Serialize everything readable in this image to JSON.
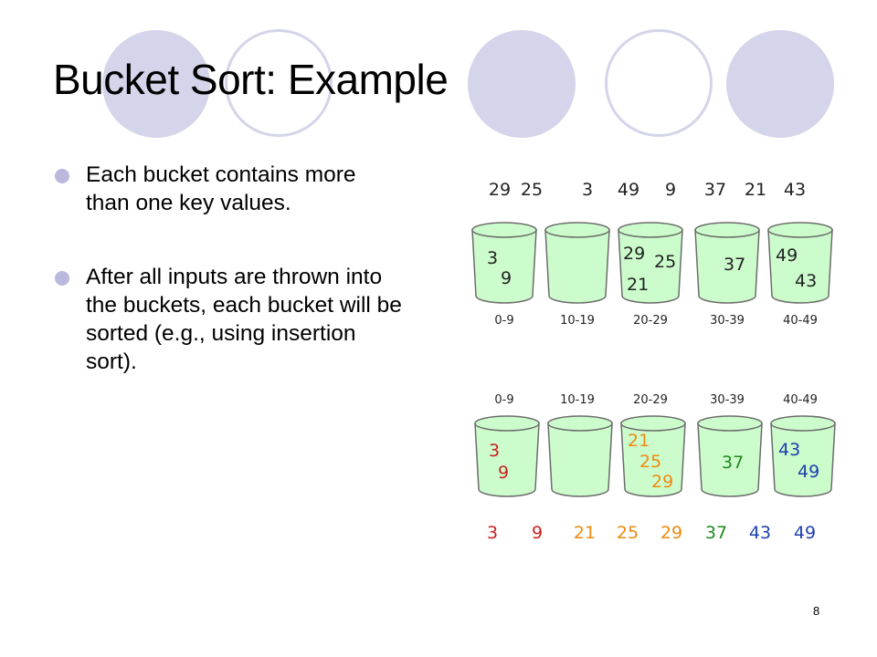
{
  "slide": {
    "title": "Bucket Sort: Example",
    "bullets": [
      "Each bucket contains more than one key values.",
      "After all inputs are thrown into the buckets, each bucket will be sorted (e.g., using insertion sort)."
    ],
    "page_number": "8"
  },
  "colors": {
    "bucket_fill": "#ccfccc",
    "bucket_stroke": "#6c6c6c",
    "text_dark": "#222222",
    "digit_red": "#cc2020",
    "digit_orange": "#ee8a10",
    "digit_green": "#1f8a1f",
    "digit_blue": "#1e3fb0",
    "deco_circle": "#d4d4ea"
  },
  "diagram": {
    "input": [
      "29",
      "25",
      "3",
      "49",
      "9",
      "37",
      "21",
      "43"
    ],
    "ranges": [
      "0-9",
      "10-19",
      "20-29",
      "30-39",
      "40-49"
    ],
    "unsorted_buckets": [
      [
        "3",
        "9"
      ],
      [],
      [
        "29",
        "25",
        "21"
      ],
      [
        "37"
      ],
      [
        "49",
        "43"
      ]
    ],
    "sorted_buckets": [
      [
        "3",
        "9"
      ],
      [],
      [
        "21",
        "25",
        "29"
      ],
      [
        "37"
      ],
      [
        "43",
        "49"
      ]
    ],
    "output": [
      "3",
      "9",
      "21",
      "25",
      "29",
      "37",
      "43",
      "49"
    ]
  }
}
